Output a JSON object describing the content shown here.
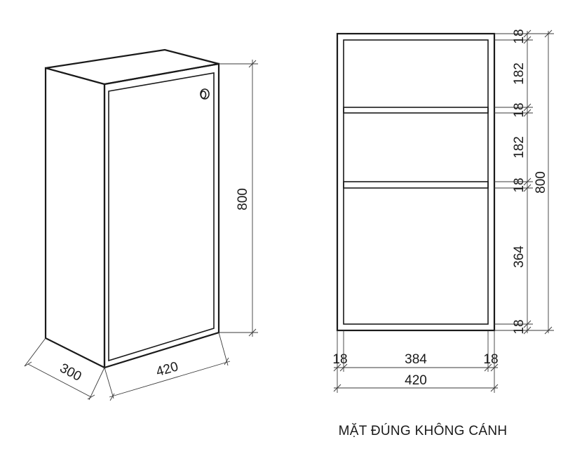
{
  "iso_view": {
    "width_label": "420",
    "depth_label": "300",
    "height_label": "800"
  },
  "front_view": {
    "vertical_dims": {
      "top_board": "18",
      "top_space": "182",
      "shelf_1": "18",
      "middle_space": "182",
      "shelf_2": "18",
      "bottom_space": "364",
      "bottom_board": "18",
      "overall_height": "800"
    },
    "horizontal_dims": {
      "left_side": "18",
      "inner_width": "384",
      "right_side": "18",
      "overall_width": "420"
    },
    "caption": "MẶT ĐÚNG KHÔNG CÁNH"
  },
  "colors": {
    "line": "#1a1a1a",
    "dimension_line": "#3a3a3a",
    "background": "#ffffff"
  }
}
